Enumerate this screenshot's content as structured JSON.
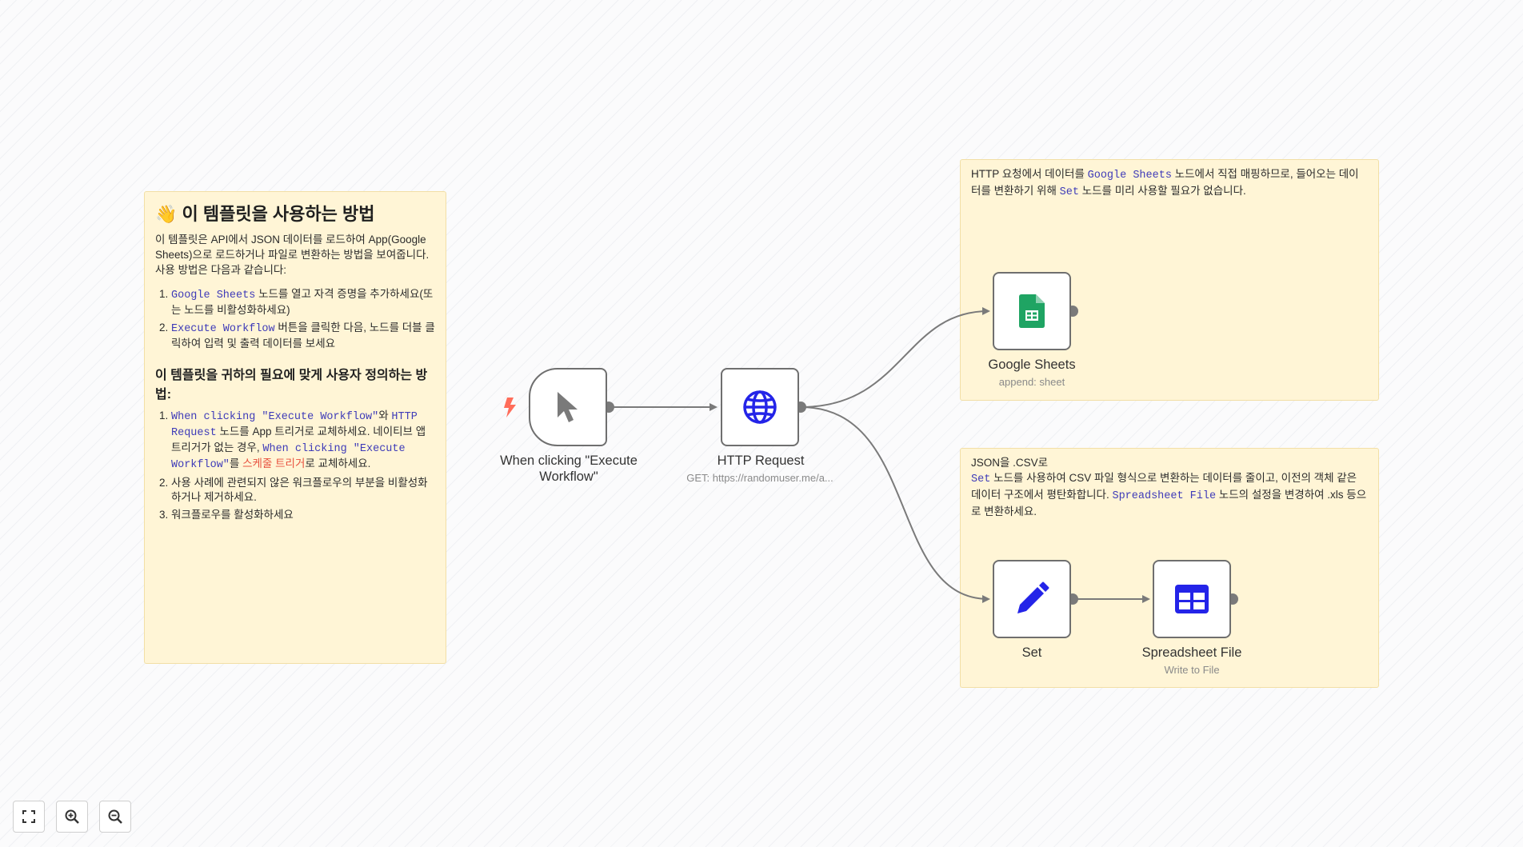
{
  "notes": {
    "howto": {
      "title": "👋 이 템플릿을 사용하는 방법",
      "intro": "이 템플릿은 API에서 JSON 데이터를 로드하여 App(Google Sheets)으로 로드하거나 파일로 변환하는 방법을 보여줍니다. 사용 방법은 다음과 같습니다:",
      "steps": [
        {
          "code": "Google Sheets",
          "text": " 노드를 열고 자격 증명을 추가하세요(또는 노드를 비활성화하세요)"
        },
        {
          "code": "Execute Workflow",
          "text": " 버튼을 클릭한 다음, 노드를 더블 클릭하여 입력 및 출력 데이터를 보세요"
        }
      ],
      "customize_title": "이 템플릿을 귀하의 필요에 맞게 사용자 정의하는 방법:",
      "custom1": {
        "code1": "When clicking \"Execute Workflow\"",
        "t1": "와 ",
        "code2": "HTTP Request",
        "t2": " 노드를 App 트리거로 교체하세요. 네이티브 앱 트리거가 없는 경우, ",
        "code3": "When clicking \"Execute Workflow\"",
        "t3": "를 ",
        "red": "스케줄 트리거",
        "t4": "로 교체하세요."
      },
      "custom2": "사용 사례에 관련되지 않은 워크플로우의 부분을 비활성화하거나 제거하세요.",
      "custom3": "워크플로우를 활성화하세요"
    },
    "sheets": {
      "t1": "HTTP 요청에서 데이터를 ",
      "code1": "Google Sheets",
      "t2": " 노드에서 직접 매핑하므로, 들어오는 데이터를 변환하기 위해 ",
      "code2": "Set",
      "t3": " 노드를 미리 사용할 필요가 없습니다."
    },
    "csv": {
      "line1": "JSON을 .CSV로",
      "code1": "Set",
      "t1": " 노드를 사용하여 CSV 파일 형식으로 변환하는 데이터를 줄이고, 이전의 객체 같은 데이터 구조에서 평탄화합니다. ",
      "code2": "Spreadsheet File",
      "t2": " 노드의 설정을 변경하여 .xls 등으로 변환하세요."
    }
  },
  "nodes": {
    "trigger": {
      "label": "When clicking \"Execute Workflow\"",
      "icon": "cursor-icon"
    },
    "http": {
      "label": "HTTP Request",
      "subtitle": "GET: https://randomuser.me/a...",
      "icon": "globe-icon"
    },
    "sheets": {
      "label": "Google Sheets",
      "subtitle": "append: sheet",
      "icon": "google-sheets-icon"
    },
    "set": {
      "label": "Set",
      "icon": "pencil-icon"
    },
    "spreadsheet": {
      "label": "Spreadsheet File",
      "subtitle": "Write to File",
      "icon": "table-icon"
    }
  },
  "colors": {
    "sticky_bg": "#fff5d6",
    "code_text": "#3e3bb8",
    "node_icon_blue": "#2424e8",
    "sheets_green": "#1fa463",
    "trigger_bolt": "#ff6d5a",
    "connection": "#7a7a7a"
  },
  "controls": [
    "fit-view-icon",
    "zoom-in-icon",
    "zoom-out-icon"
  ]
}
